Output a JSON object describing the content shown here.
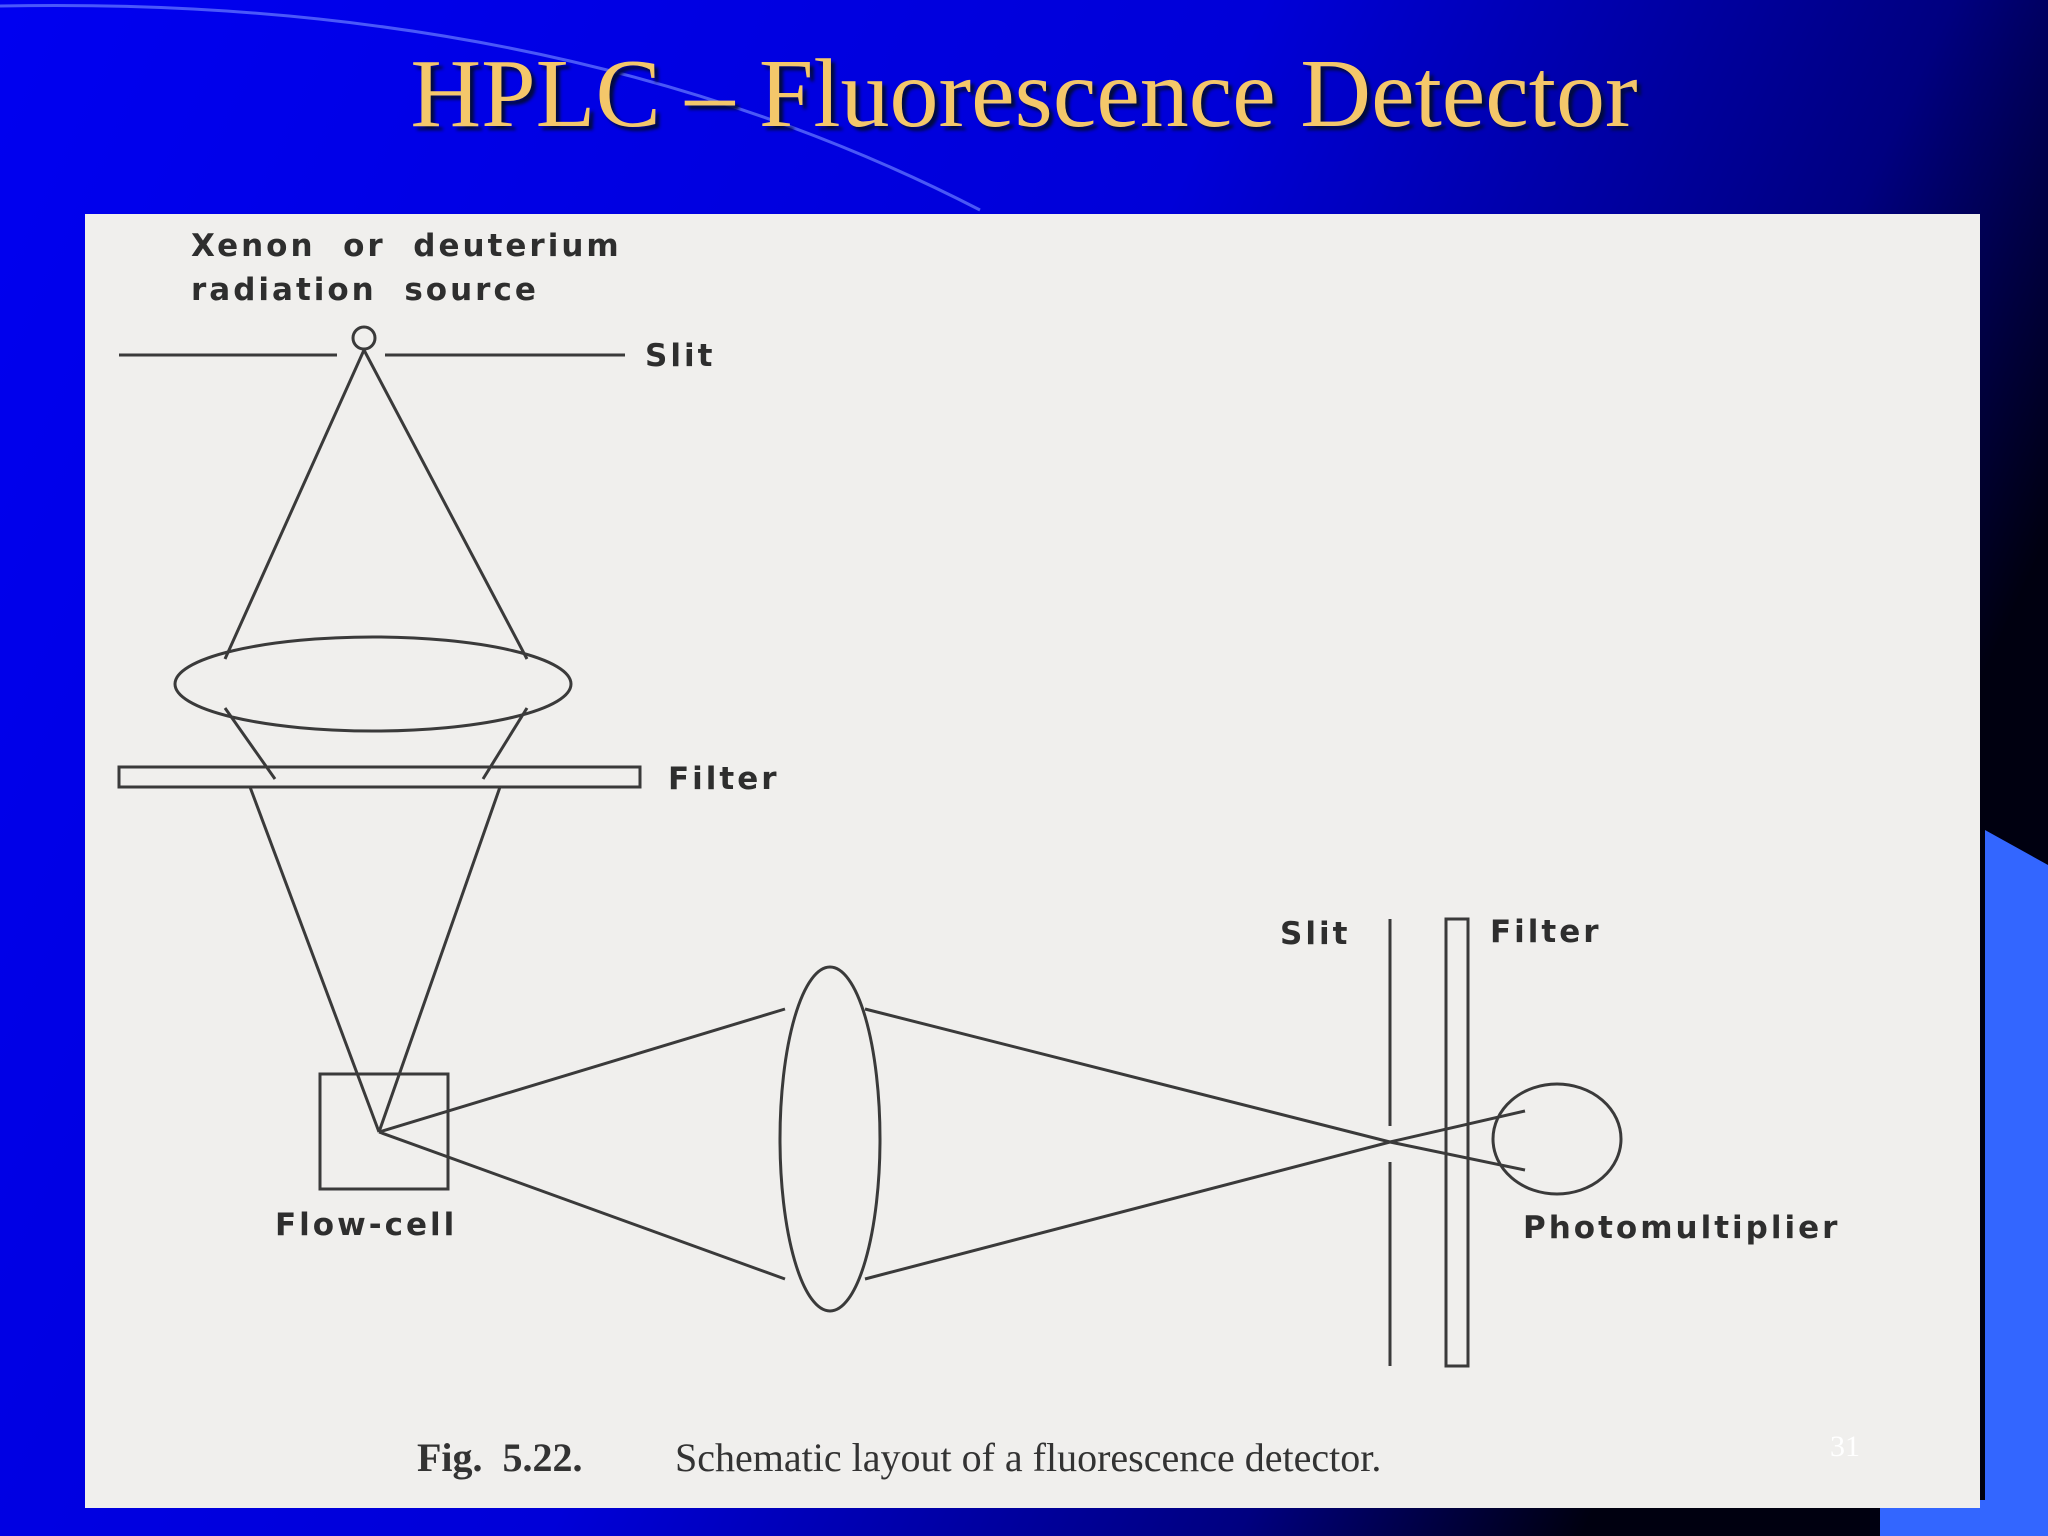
{
  "slide": {
    "title": "HPLC – Fluorescence Detector",
    "slide_number": "31",
    "colors": {
      "background": "#0000ee",
      "title": "#f4c76a",
      "panel": "#f0efed",
      "accent": "#3366ff"
    }
  },
  "diagram": {
    "labels": {
      "source_line1": "Xenon  or  deuterium",
      "source_line2": "radiation  source",
      "top_slit": "Slit",
      "top_filter": "Filter",
      "right_slit": "Slit",
      "right_filter": "Filter",
      "flow_cell": "Flow-cell",
      "photomultiplier": "Photomultiplier"
    },
    "caption": {
      "figure_number": "Fig.  5.22.",
      "text": "Schematic layout of a fluorescence detector."
    }
  }
}
